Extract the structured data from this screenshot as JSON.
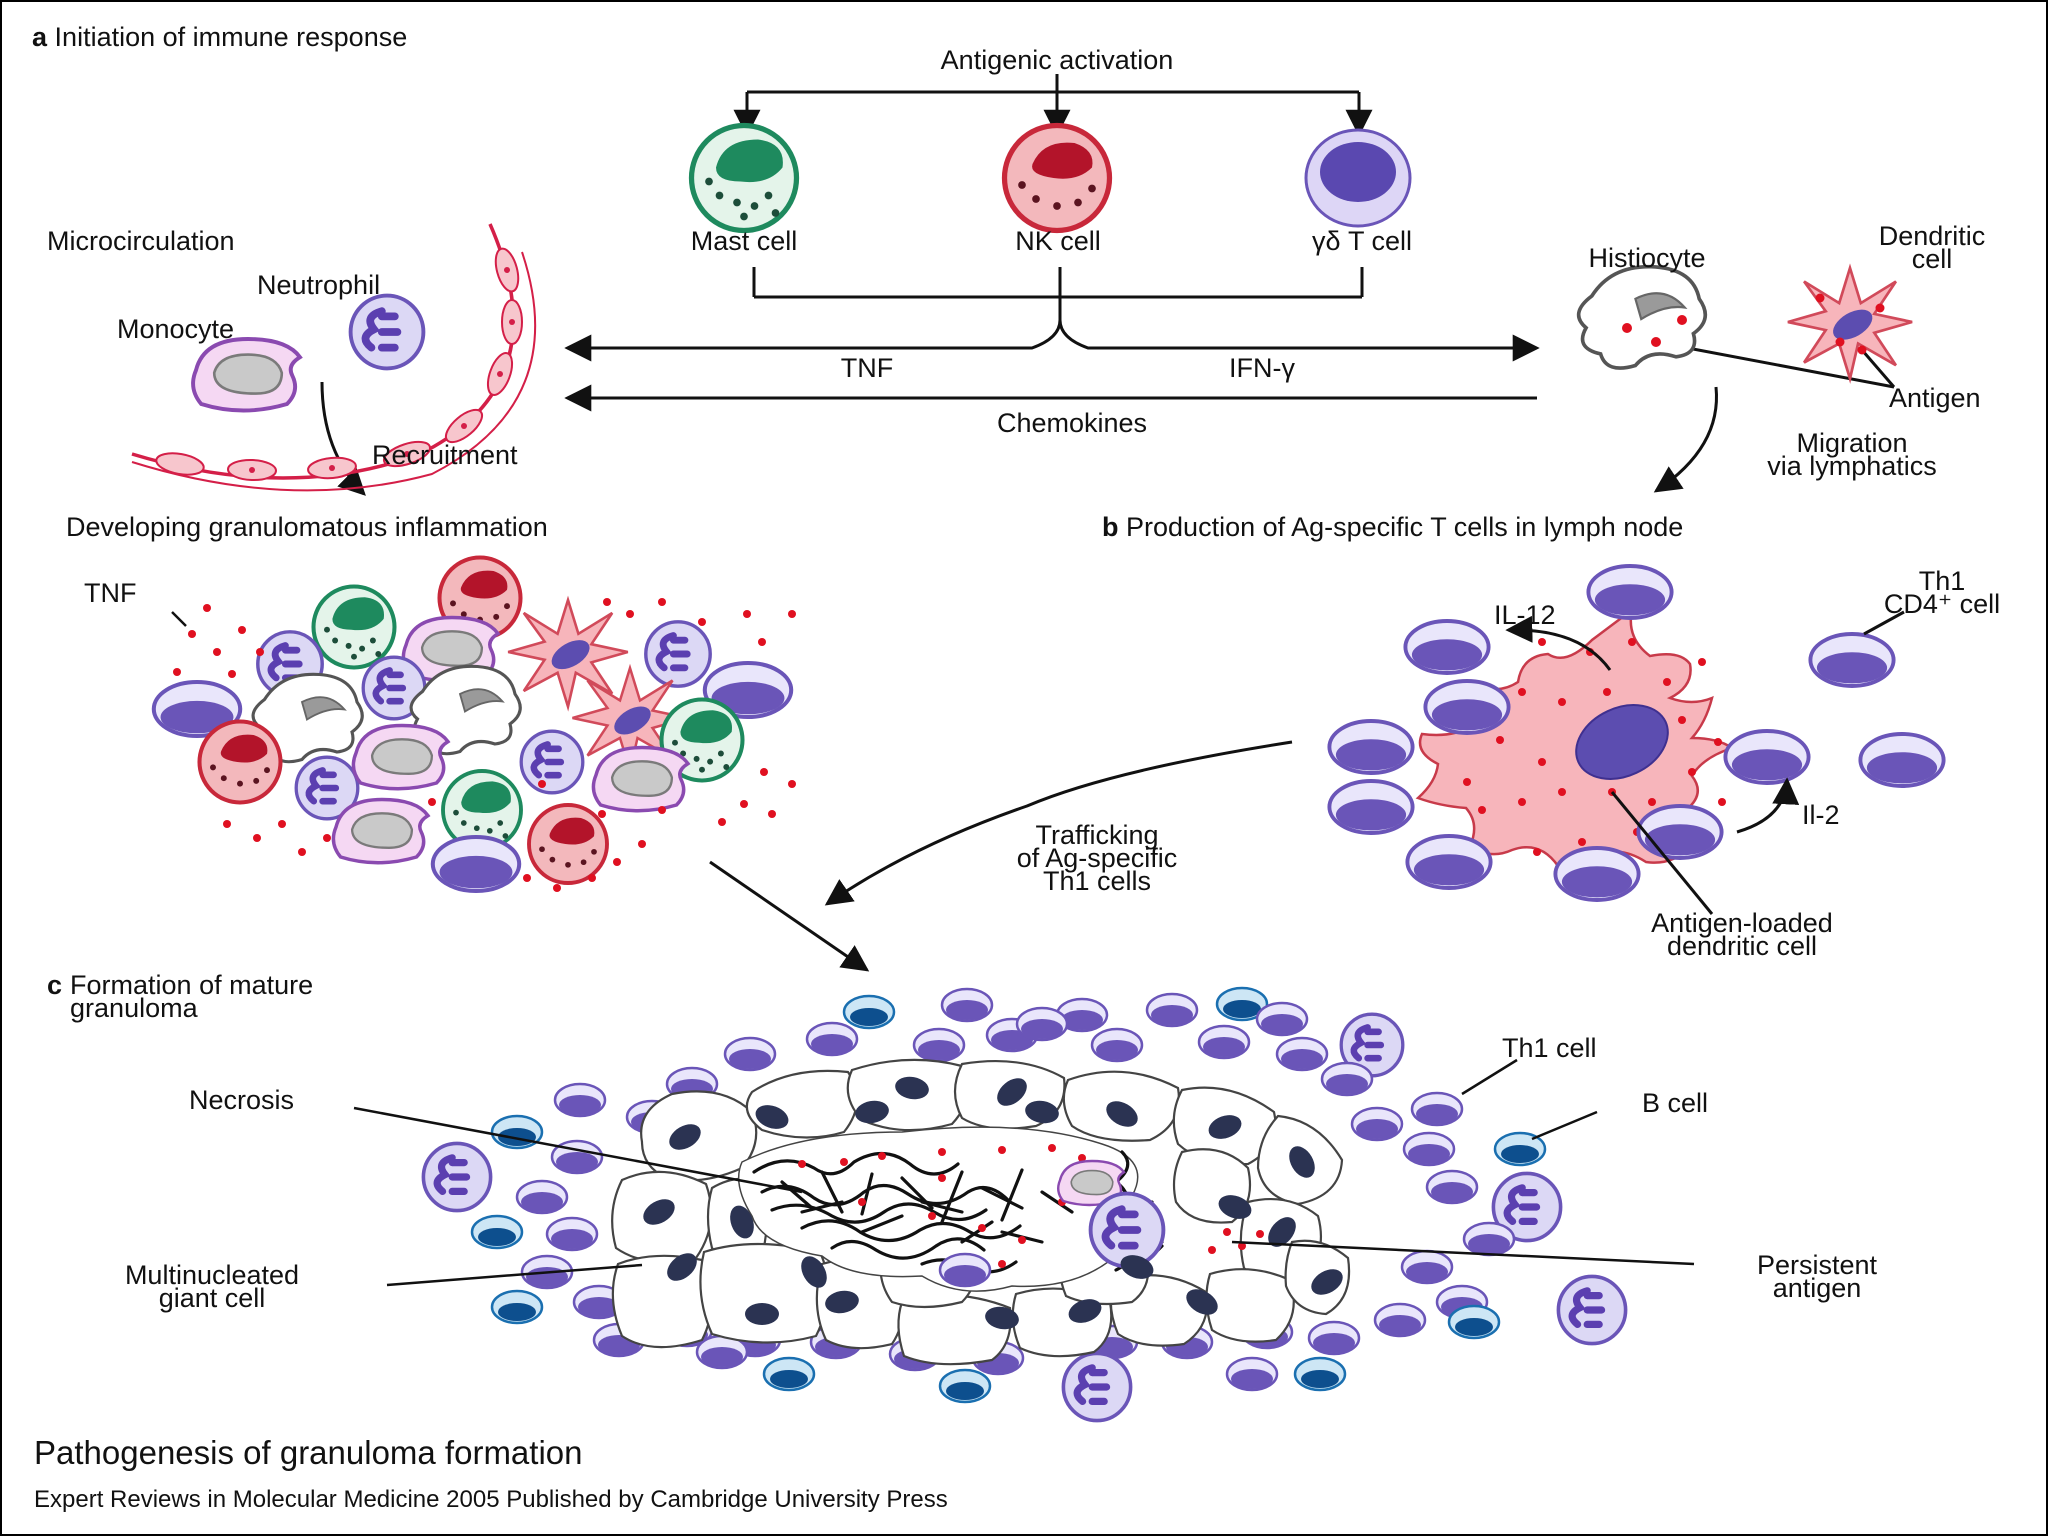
{
  "panel_a": {
    "letter": "a",
    "title": "Initiation of immune response",
    "antigenic_activation": "Antigenic activation",
    "mast_cell": "Mast cell",
    "nk_cell": "NK cell",
    "gd_t_cell": "γδ T cell",
    "microcirculation": "Microcirculation",
    "neutrophil": "Neutrophil",
    "monocyte": "Monocyte",
    "histiocyte": "Histiocyte",
    "dendritic_cell": "Dendritic\ncell",
    "antigen": "Antigen",
    "tnf": "TNF",
    "ifn": "IFN-γ",
    "chemokines": "Chemokines",
    "recruitment": "Recruitment",
    "migration": "Migration\nvia lymphatics",
    "developing": "Developing granulomatous inflammation",
    "tnf2": "TNF"
  },
  "panel_b": {
    "letter": "b",
    "title": "Production of Ag-specific T cells in lymph node",
    "th1_cd4": "Th1\nCD4⁺ cell",
    "il12": "IL-12",
    "il2": "Il-2",
    "loaded_dc": "Antigen-loaded\ndendritic cell",
    "trafficking": "Trafficking\nof Ag-specific\nTh1 cells"
  },
  "panel_c": {
    "letter": "c",
    "title": "Formation of mature\ngranuloma",
    "th1_cell": "Th1 cell",
    "b_cell": "B cell",
    "necrosis": "Necrosis",
    "giant_cell": "Multinucleated\ngiant cell",
    "persistent": "Persistent\nantigen"
  },
  "footer": {
    "title": "Pathogenesis of granuloma formation",
    "credit": "Expert Reviews in Molecular Medicine 2005 Published by Cambridge University Press"
  },
  "colors": {
    "lymphocyte": "#6a55b8",
    "lymph_fill": "#c9c3ef",
    "mast": "#1e8a5e",
    "nk": "#c8283a",
    "dendritic": "#f4a9b0",
    "b_cell": "#1a6fb0",
    "antigen": "#e01020"
  }
}
